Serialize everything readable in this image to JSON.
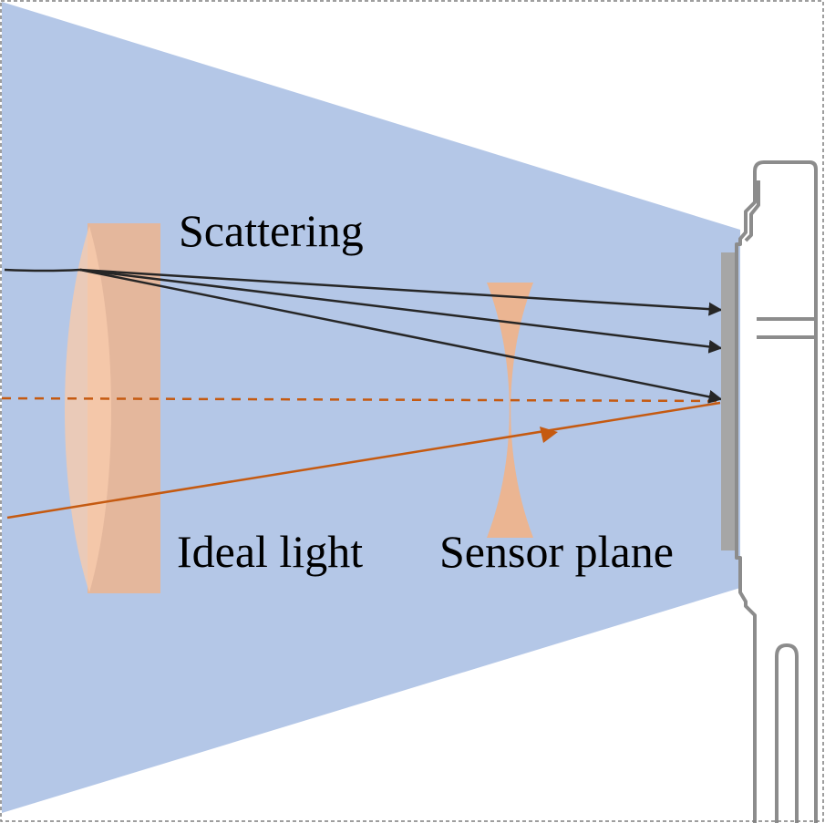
{
  "labels": {
    "scattering": "Scattering",
    "ideal_light": "Ideal light",
    "sensor_plane": "Sensor plane"
  },
  "colors": {
    "background": "#ffffff",
    "light_cone": "#b4c7e7",
    "lens_fill": "#f4b183",
    "lens_fill_light": "#f8cbad",
    "scatter_ray": "#262626",
    "ideal_ray": "#c55a11",
    "sensor": "#a6a6a6",
    "sensor_housing": "#8c8c8c",
    "border": "#7f7f7f"
  },
  "icons": {
    "ray_arrowhead": "arrowhead-icon",
    "sensor_device": "camera-body-icon"
  }
}
